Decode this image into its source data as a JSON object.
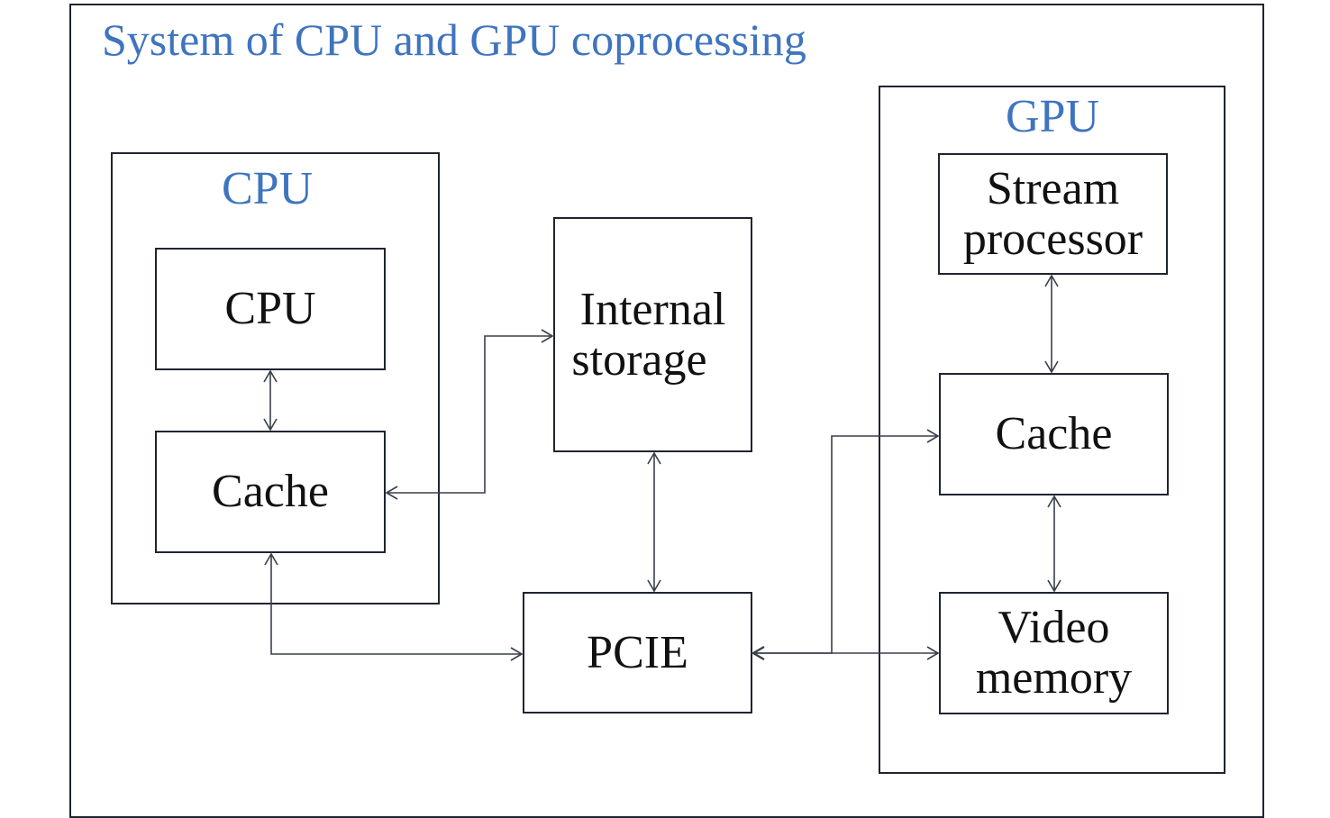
{
  "diagram": {
    "title": "System of CPU and GPU coprocessing",
    "accent_color": "#3f74bf",
    "groups": {
      "cpu": {
        "label": "CPU"
      },
      "gpu": {
        "label": "GPU"
      }
    },
    "nodes": {
      "cpu_core": "CPU",
      "cpu_cache": "Cache",
      "internal_storage_l1": "Internal",
      "internal_storage_l2": "storage",
      "pcie": "PCIE",
      "stream_processor_l1": "Stream",
      "stream_processor_l2": "processor",
      "gpu_cache": "Cache",
      "video_memory_l1": "Video",
      "video_memory_l2": "memory"
    },
    "edges": [
      {
        "from": "CPU",
        "to": "Cache",
        "direction": "bidirectional"
      },
      {
        "from": "Internal storage",
        "to": "CPU Cache",
        "direction": "bidirectional"
      },
      {
        "from": "CPU Cache",
        "to": "PCIE",
        "direction": "bidirectional"
      },
      {
        "from": "Internal storage",
        "to": "PCIE",
        "direction": "bidirectional"
      },
      {
        "from": "PCIE",
        "to": "GPU Cache",
        "direction": "bidirectional"
      },
      {
        "from": "PCIE",
        "to": "Video memory",
        "direction": "bidirectional"
      },
      {
        "from": "Stream processor",
        "to": "GPU Cache",
        "direction": "bidirectional"
      },
      {
        "from": "GPU Cache",
        "to": "Video memory",
        "direction": "bidirectional"
      }
    ]
  }
}
